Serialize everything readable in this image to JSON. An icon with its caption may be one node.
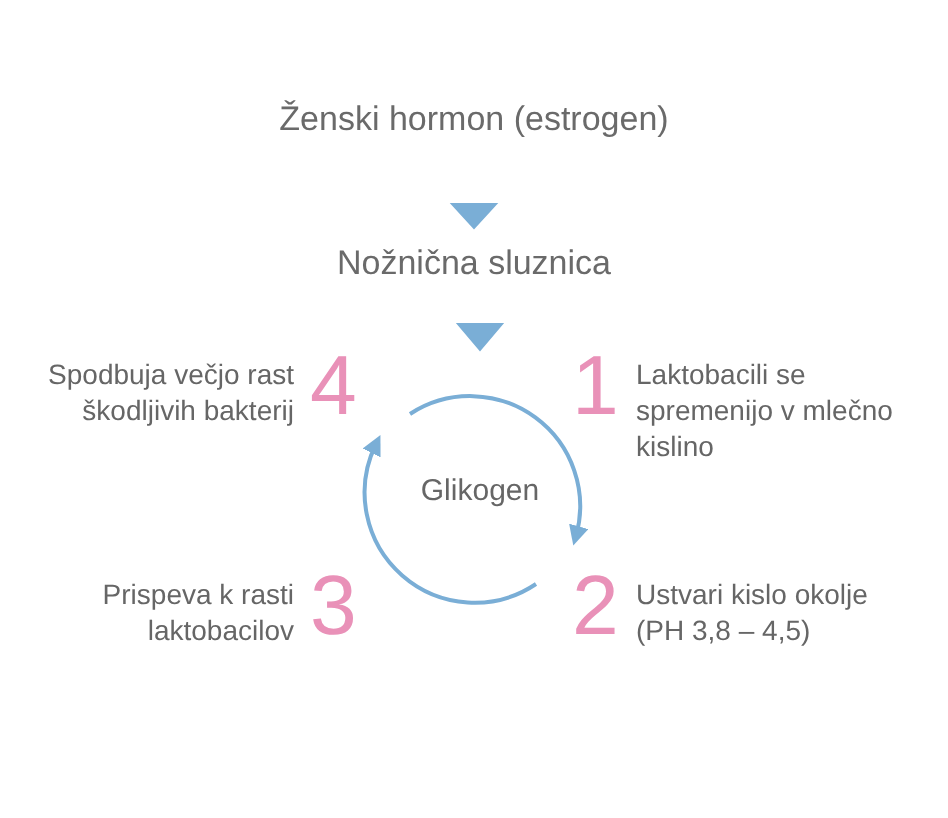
{
  "diagram": {
    "nodes": [
      {
        "text": [
          "Ženski hormon (estrogen)"
        ]
      },
      {
        "text": [
          "Nožnična sluznica"
        ]
      },
      {
        "text": [
          "Glikogen"
        ]
      },
      {
        "text": [
          "Laktobacili se spremenijo v mlečno kislino"
        ],
        "beside": [
          "1"
        ]
      },
      {
        "text": [
          "Ustvari kislo okolje (PH 3,8 – 4,5)"
        ],
        "beside": [
          "2"
        ]
      },
      {
        "text": [
          "Prispeva k rasti laktobacilov"
        ],
        "beside": [
          "3"
        ]
      },
      {
        "text": [
          "Spodbuja večjo rast škodljivih bakterij"
        ],
        "beside": [
          "4"
        ]
      }
    ],
    "edges": [
      {
        "from": 0,
        "to": 1,
        "arrow": "to"
      },
      {
        "from": 1,
        "to": 2,
        "arrow": "to"
      }
    ]
  }
}
